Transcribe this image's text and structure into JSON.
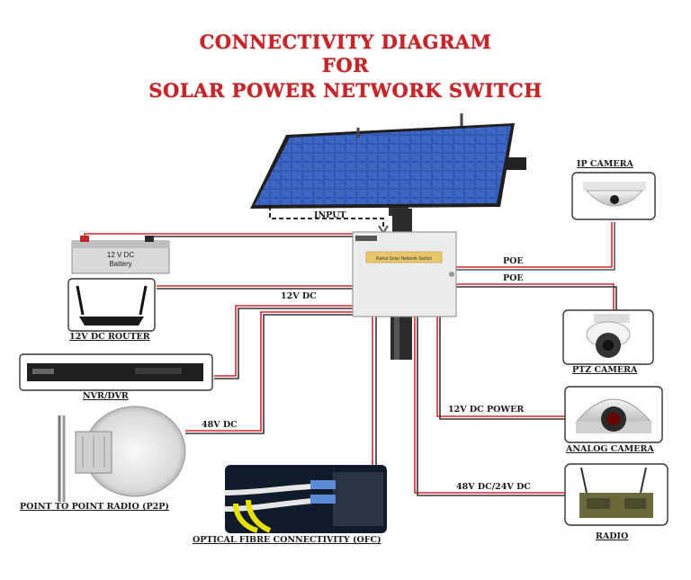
{
  "title": {
    "line1": "CONNECTIVITY DIAGRAM",
    "line2": "FOR",
    "line3": "SOLAR POWER NETWORK SWITCH"
  },
  "battery": {
    "text_line1": "12 V DC",
    "text_line2": "Battery"
  },
  "switch_box": {
    "label": "Rahul Solar Network Switch"
  },
  "connections": {
    "input": "INPUT",
    "poe_1": "POE",
    "poe_2": "POE",
    "dc12_router": "12V DC",
    "dc48_radio": "48V DC",
    "dc12_power": "12V DC POWER",
    "dc48_24": "48V DC/24V DC"
  },
  "devices": {
    "router": "12V DC ROUTER",
    "nvr": "NVR/DVR",
    "p2p": "POINT TO POINT RADIO (P2P)",
    "ofc": "OPTICAL FIBRE CONNECTIVITY (OFC)",
    "ip_camera": "IP CAMERA",
    "ptz_camera": "PTZ  CAMERA",
    "analog_camera": "ANALOG  CAMERA",
    "radio": "RADIO"
  },
  "colors": {
    "title": "#c6262b",
    "wire_red": "#d8262c",
    "wire_dark": "#333333",
    "panel_blue": "#2e4fa8"
  }
}
